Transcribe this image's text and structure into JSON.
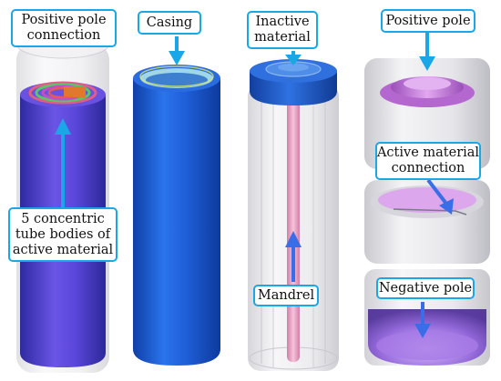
{
  "colors": {
    "label_border": "#1aa7e8",
    "arrow_light": "#1aa7e8",
    "arrow_dark": "#3a6ee8",
    "casing": "#1e5fd9",
    "tube_bodies": "#5a3fd6",
    "mandrel": "#e9a6c3",
    "pole": "#c27ad8"
  },
  "labels": {
    "positive_pole_connection": [
      "Positive pole",
      "connection"
    ],
    "casing": [
      "Casing"
    ],
    "inactive_material": [
      "Inactive",
      "material"
    ],
    "positive_pole": [
      "Positive pole"
    ],
    "tube_bodies": [
      "5 concentric",
      "tube bodies of",
      "active material"
    ],
    "active_material_connection": [
      "Active material",
      "connection"
    ],
    "mandrel": [
      "Mandrel"
    ],
    "negative_pole": [
      "Negative pole"
    ]
  }
}
